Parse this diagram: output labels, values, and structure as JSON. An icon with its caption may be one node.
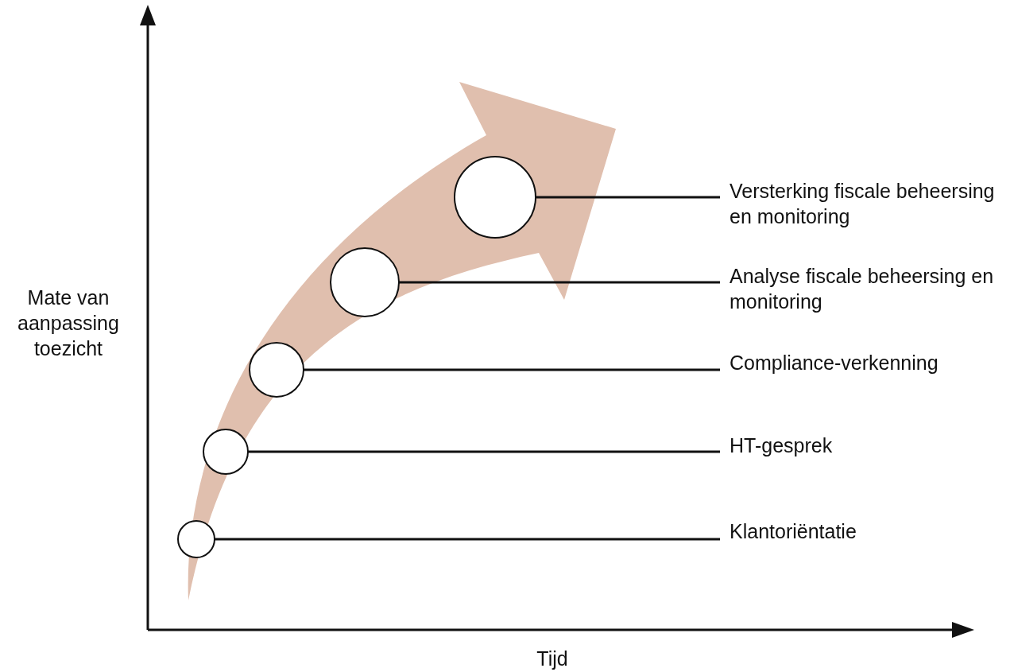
{
  "diagram": {
    "nodes": [
      {
        "text": [],
        "shape": "circle"
      },
      {
        "text": [],
        "shape": "circle"
      },
      {
        "text": [],
        "shape": "circle"
      },
      {
        "text": [],
        "shape": "circle"
      },
      {
        "text": [],
        "shape": "circle"
      },
      {
        "text": [
          "Versterking fiscale beheersing en monitoring"
        ]
      },
      {
        "text": [
          "Analyse fiscale beheersing en monitoring"
        ]
      },
      {
        "text": [
          "Compliance-verkenning"
        ]
      },
      {
        "text": [
          "HT-gesprek"
        ]
      },
      {
        "text": [
          "Klantoriëntatie"
        ]
      }
    ],
    "edges": [
      {
        "from": 5,
        "to": 4,
        "arrow": "none"
      },
      {
        "from": 6,
        "to": 3,
        "arrow": "none"
      },
      {
        "from": 7,
        "to": 2,
        "arrow": "none"
      },
      {
        "from": 8,
        "to": 1,
        "arrow": "none"
      },
      {
        "from": 9,
        "to": 0,
        "arrow": "none"
      }
    ],
    "labels": [
      "Mate van aanpassing toezicht",
      "Tijd"
    ]
  }
}
